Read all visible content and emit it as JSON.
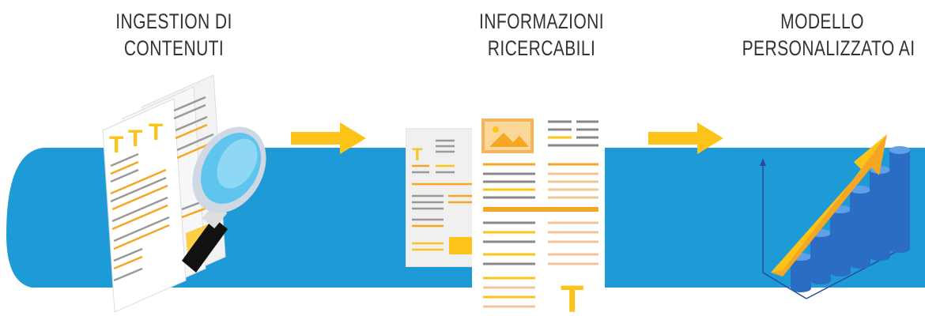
{
  "steps": [
    {
      "title_line1": "INGESTION DI",
      "title_line2": "CONTENUTI",
      "icon": "documents-magnifier-icon"
    },
    {
      "title_line1": "INFORMAZIONI",
      "title_line2": "RICERCABILI",
      "icon": "structured-document-icon"
    },
    {
      "title_line1": "MODELLO",
      "title_line2": "PERSONALIZZATO AI",
      "icon": "growth-chart-icon"
    }
  ],
  "connector_icon": "arrow-right-icon",
  "colors": {
    "band": "#1e9ad6",
    "arrow": "#fcc419",
    "accent_orange": "#f5a623",
    "text": "#333333",
    "bar_blue": "#2b6cc4"
  }
}
